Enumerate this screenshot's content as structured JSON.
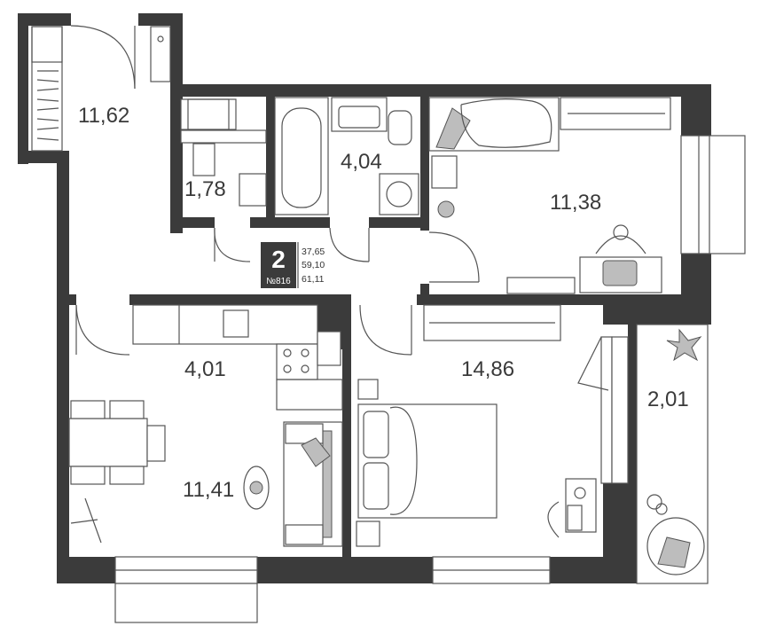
{
  "apartment": {
    "rooms": "2",
    "number": "№816",
    "areas": [
      "37,65",
      "59,10",
      "61,11"
    ]
  },
  "room_labels": {
    "hallway": "11,62",
    "toilet": "1,78",
    "bathroom": "4,04",
    "bedroom_small": "11,38",
    "corridor": "4,01",
    "bedroom": "14,86",
    "balcony": "2,01",
    "living": "11,41"
  },
  "colors": {
    "wall": "#3b3b3b",
    "furniture_stroke": "#555555",
    "accent_gray": "#bdbdbd"
  }
}
